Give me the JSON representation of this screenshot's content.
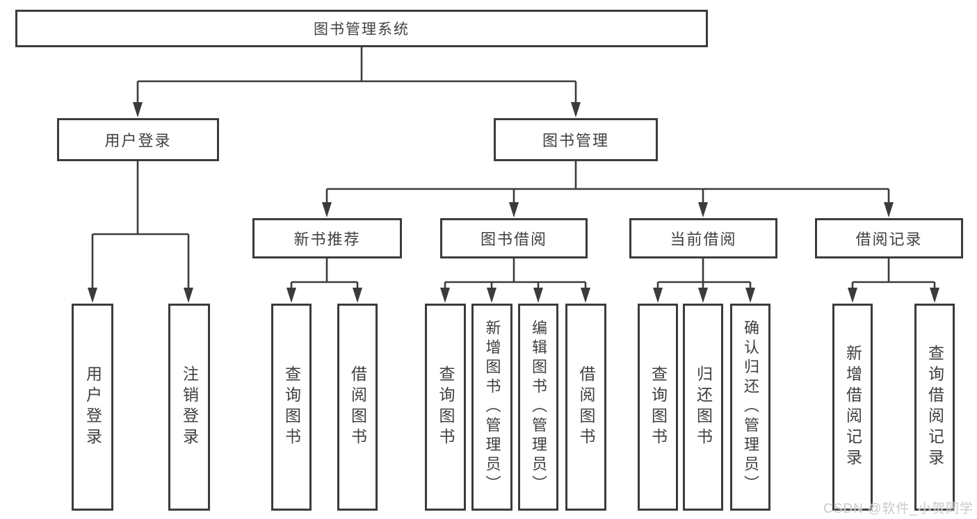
{
  "colors": {
    "line": "#3b3b3b",
    "text": "#3f3f3f",
    "bg": "#ffffff",
    "wm": "#c9c9c9"
  },
  "watermark": {
    "text": "CSDN @软件_小贺同学"
  },
  "tree": {
    "label": "图书管理系统",
    "children": [
      {
        "label": "用户登录",
        "children": [
          {
            "label": "用户登录"
          },
          {
            "label": "注销登录"
          }
        ]
      },
      {
        "label": "图书管理",
        "children": [
          {
            "label": "新书推荐",
            "children": [
              {
                "label": "查询图书"
              },
              {
                "label": "借阅图书"
              }
            ]
          },
          {
            "label": "图书借阅",
            "children": [
              {
                "label": "查询图书"
              },
              {
                "label": "新增图书（管理员）"
              },
              {
                "label": "编辑图书（管理员）"
              },
              {
                "label": "借阅图书"
              }
            ]
          },
          {
            "label": "当前借阅",
            "children": [
              {
                "label": "查询图书"
              },
              {
                "label": "归还图书"
              },
              {
                "label": "确认归还（管理员）"
              }
            ]
          },
          {
            "label": "借阅记录",
            "children": [
              {
                "label": "新增借阅记录"
              },
              {
                "label": "查询借阅记录"
              }
            ]
          }
        ]
      }
    ]
  }
}
